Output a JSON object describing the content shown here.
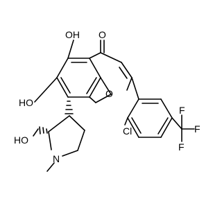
{
  "molecule": {
    "labels": {
      "oh_top": "OH",
      "carbonyl_o": "O",
      "oh_left": "HO",
      "ring_o": "O",
      "hydroxymethyl_oh": "HO",
      "cl": "Cl",
      "n": "N",
      "f_top": "F",
      "f_right": "F",
      "f_bottom": "F"
    }
  }
}
